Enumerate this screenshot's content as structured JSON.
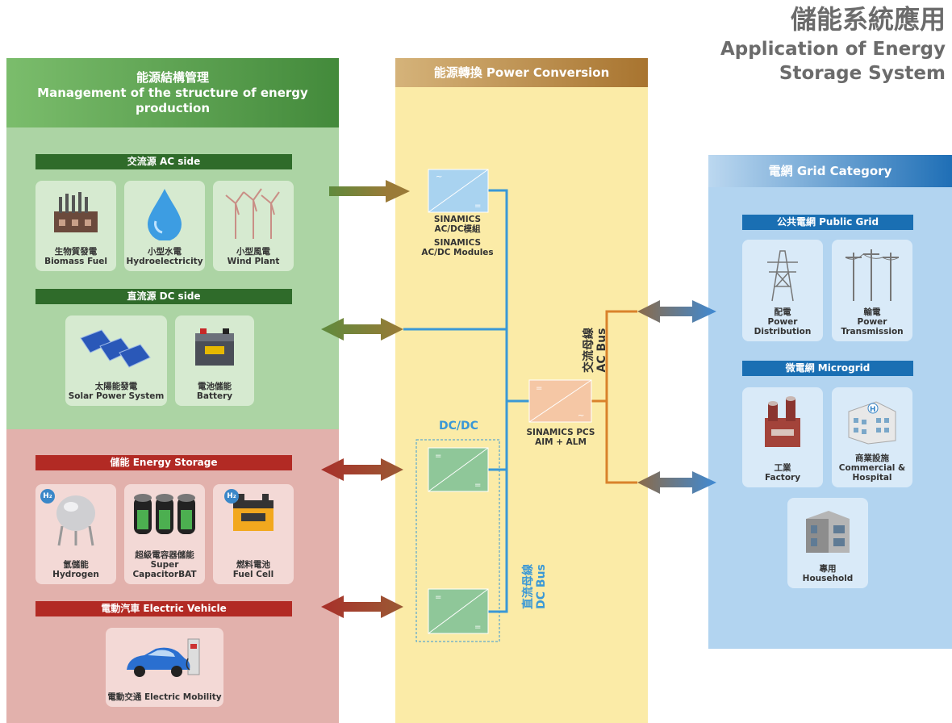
{
  "title": {
    "zh": "儲能系統應用",
    "en_line1": "Application of Energy",
    "en_line2": "Storage System"
  },
  "left": {
    "header_zh": "能源結構管理",
    "header_en_1": "Management of the structure of energy",
    "header_en_2": "production",
    "ac_side": "交流源 AC side",
    "ac_cards": [
      {
        "zh": "生物質發電",
        "en": "Biomass Fuel",
        "icon": "factory-icon"
      },
      {
        "zh": "小型水電",
        "en": "Hydroelectricity",
        "icon": "water-drop-icon"
      },
      {
        "zh": "小型風電",
        "en": "Wind Plant",
        "icon": "wind-turbine-icon"
      }
    ],
    "dc_side": "直流源 DC side",
    "dc_cards": [
      {
        "zh": "太陽能發電",
        "en": "Solar Power  System",
        "icon": "solar-panel-icon"
      },
      {
        "zh": "電池儲能",
        "en": "Battery",
        "icon": "battery-icon"
      }
    ],
    "storage": "儲能 Energy Storage",
    "storage_cards": [
      {
        "zh": "氫儲能",
        "en": "Hydrogen",
        "icon": "hydrogen-tank-icon",
        "badge": "H₂"
      },
      {
        "zh": "超級電容器儲能",
        "en1": "Super",
        "en2": "CapacitorBAT",
        "icon": "supercapacitor-icon"
      },
      {
        "zh": "燃料電池",
        "en": "Fuel Cell",
        "icon": "fuel-cell-icon",
        "badge": "H₂"
      }
    ],
    "ev": "電動汽車 Electric Vehicle",
    "ev_card": {
      "label": "電動交通 Electric Mobility",
      "icon": "electric-car-icon"
    }
  },
  "middle": {
    "header": "能源轉換 Power Conversion",
    "acdc_zh": "SINAMICS",
    "acdc_zh2": "AC/DC模組",
    "acdc_en": "SINAMICS",
    "acdc_en2": "AC/DC Modules",
    "dcdc": "DC/DC",
    "pcs_1": "SINAMICS PCS",
    "pcs_2": "AIM + ALM",
    "ac_bus_zh": "交流母線",
    "ac_bus_en": "AC Bus",
    "dc_bus_zh": "直流母線",
    "dc_bus_en": "DC Bus"
  },
  "right": {
    "header": "電網 Grid Category",
    "public_grid": "公共電網 Public Grid",
    "public_cards": [
      {
        "zh": "配電",
        "en1": "Power",
        "en2": "Distribution",
        "icon": "power-tower-icon"
      },
      {
        "zh": "輸電",
        "en1": "Power",
        "en2": "Transmission",
        "icon": "utility-pole-icon"
      }
    ],
    "microgrid": "微電網 Microgrid",
    "micro_cards": [
      {
        "zh": "工業",
        "en1": "Factory",
        "en2": "",
        "icon": "industrial-plant-icon"
      },
      {
        "zh": "商業設施",
        "en1": "Commercial &",
        "en2": "Hospital",
        "icon": "hospital-icon"
      },
      {
        "zh": "專用",
        "en1": "Household",
        "en2": "",
        "icon": "house-icon"
      }
    ]
  },
  "colors": {
    "green": "#acd4a4",
    "red": "#e2b1ac",
    "yellow": "#fbeba7",
    "blue": "#b2d4f0",
    "bus_blue": "#3a98d6",
    "bus_orange": "#d9822b"
  }
}
